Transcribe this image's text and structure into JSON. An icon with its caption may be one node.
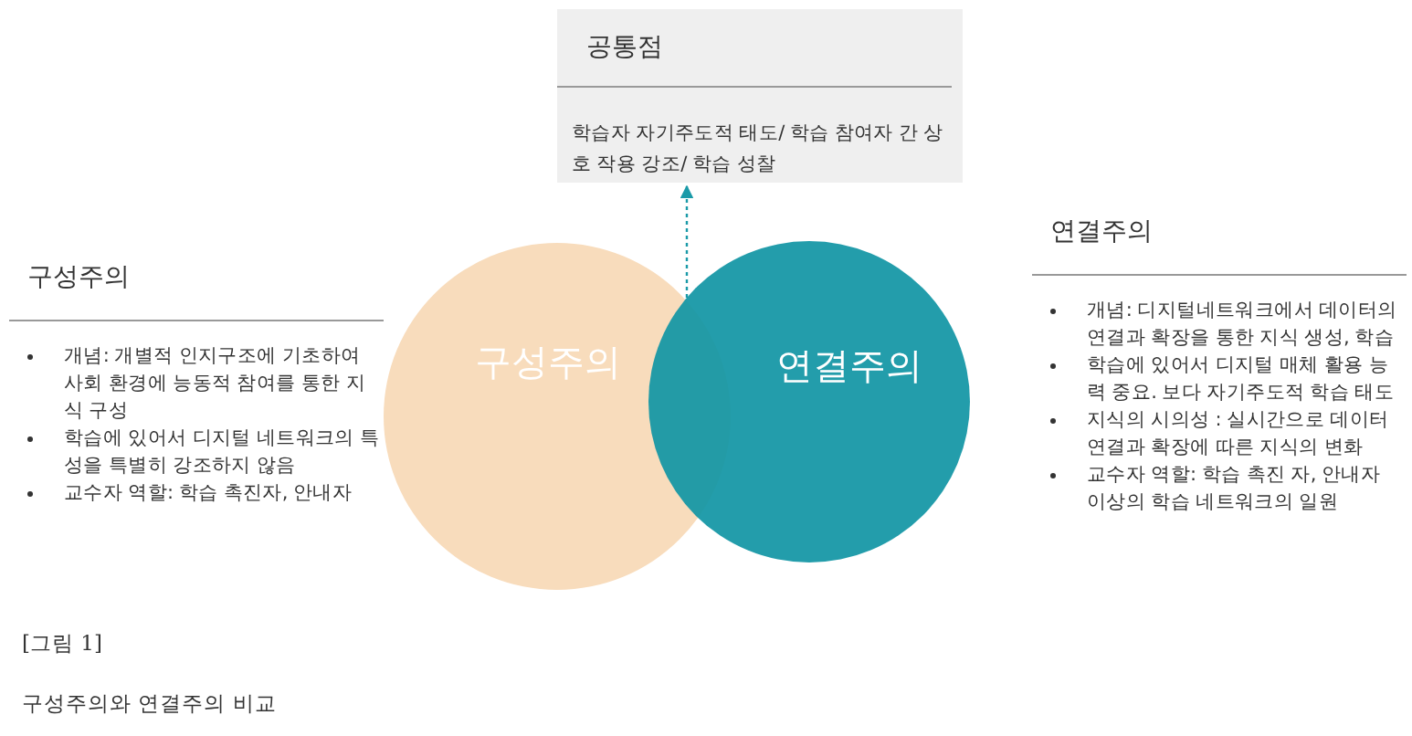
{
  "diagram": {
    "caption": "구성주의와 연결주의 비교",
    "nodes": [
      {
        "text": [
          "공통점",
          "학습자 자기주도적 태도/ 학습 참여자 간 상호 작용 강조/ 학습 성찰"
        ]
      },
      {
        "text": [
          "구성주의"
        ]
      },
      {
        "text": [
          "연결주의"
        ]
      },
      {
        "text": [
          "구성주의",
          "개념: 개별적 인지구조에 기초하여 사회 환경에 능동적 참여를 통한 지식 구성",
          "학습에 있어서 디지털 네트워크의 특성을 특별히 강조하지 않음",
          "교수자 역할: 학습 촉진자, 안내자"
        ]
      },
      {
        "text": [
          "연결주의",
          "개념: 디지털네트워크에서 데이터의 연결과 확장을 통한 지식 생성, 학습",
          "학습에 있어서 디지털 매체 활용 능력 중요. 보다 자기주도적 학습 태도",
          "지식의 시의성 : 실시간으로 데이터 연결과 확장에 따른 지식의 변화",
          "교수자 역할: 학습 촉진 자, 안내자 이상의 학습 네트워크의 일원"
        ]
      }
    ],
    "edges": [
      {
        "from": 2,
        "to": 0,
        "arrow": "to",
        "style": "dashed"
      }
    ],
    "labels": [
      "[그림 1]"
    ]
  }
}
